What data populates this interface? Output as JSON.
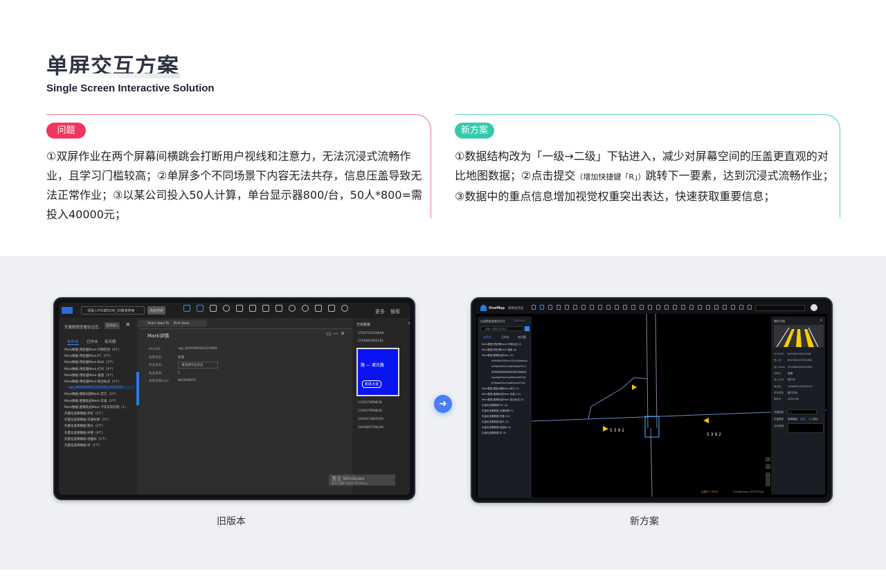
{
  "header": {
    "title": "单屏交互方案",
    "subtitle": "Single Screen Interactive Solution"
  },
  "problem": {
    "tag": "问题",
    "text": "①双屏作业在两个屏幕间横跳会打断用户视线和注意力，无法沉浸式流畅作业，且学习门槛较高；②单屏多个不同场景下内容无法共存，信息压盖导致无法正常作业；③以某公司投入50人计算，单台显示器800/台，50人*800=需投入40000元；",
    "color": "#f0365f"
  },
  "solution": {
    "tag": "新方案",
    "text_a": "①数据结构改为「一级→二级」下钻进入，减少对屏幕空间的压盖更直观的对比地图数据；②点击提交",
    "text_small": "（增加快捷键「R」）",
    "text_b": "跳转下一要素，达到沉浸式流畅作业；③数据中的重点信息增加视觉权重突出表达，快速获取重要信息；",
    "color": "#37c9ad"
  },
  "old_version": {
    "caption": "旧版本",
    "toolbar": {
      "search_placeholder": "请输入PID或ROW_ID精准搜索",
      "advanced_search": "高级搜索",
      "more": "更多",
      "search": "搜索"
    },
    "left_panel": {
      "title": "矢量数据查看验证任...",
      "button": "自动录入",
      "tabs": [
        "未作业",
        "已作业",
        "有问题"
      ],
      "items": [
        "Mark数据-预处理Mark-行政区划（2个）",
        "Mark数据-预处理Mark-FC（5个）",
        "Mark数据-预处理Mark-BUA（1个）",
        "Mark数据-预处理Mark-打点（3个）",
        "Mark数据-预处理Mark-垂面（3个）",
        "Mark数据-预处理Mark-拟合轨迹（1个）",
        "ugc_8420009352123009_2022122",
        "Mark数据-模板问题Mark-其它（1个）",
        "Mark数据-图像轨迹Mark-车道（2个）",
        "Mark数据-图像轨迹Mark-卡车实际识别（1...",
        "矢量化成果数据-护栏（1个）",
        "矢量化成果数据-交通标牌（1个）",
        "矢量化成果数据-箭头（2个）",
        "矢量化成果数据-杆牌（4个）",
        "矢量化成果数据-地面标（1个）",
        "矢量化成果数据-杆（1个）"
      ]
    },
    "date_bar": {
      "start": "Start date",
      "to": "To",
      "end": "End date"
    },
    "dialog": {
      "title": "Mark详情",
      "fields": [
        {
          "label": "MarkID：",
          "value": "ugc_8420009352123009"
        },
        {
          "label": "变更状态：",
          "value": "新增"
        },
        {
          "label": "作业状态：",
          "value": "请选择作业状态"
        },
        {
          "label": "轨迹来源：",
          "value": "1"
        },
        {
          "label": "关联母库links：",
          "value": "842009035"
        }
      ]
    },
    "right_panel": {
      "title": "方向看板",
      "values": [
        "1550745230848",
        "1506882682181",
        "1100178P8B3B",
        "1100178P8B3B",
        "1564673865595",
        "1005805798340"
      ],
      "sign_text": "路 — 诸光路",
      "sign_sub": "和泽大道"
    },
    "watermark": {
      "title": "激活 Windows",
      "sub": "转到\"设置\"以激活 Windows。"
    }
  },
  "new_version": {
    "caption": "新方案",
    "topbar": {
      "logo": "OneMap",
      "project": "初始化作业"
    },
    "left_panel": {
      "title": "矢量数据查看验证任",
      "count": "128/2020",
      "search_placeholder": "请输入要素名称或ID",
      "tabs": [
        "未作业",
        "已作业",
        "有问题"
      ],
      "items": [
        "Mark数据-预处理Mark-行政区划 (2)",
        "Mark数据-预处理Mark-垂面 (6)",
        "Mark数据-图像轨迹Mark (5)",
        "9f9b06b9306dc352b38a9a5a",
        "a0ff6ef8e5204a8398ab3913",
        "b39b2a8fa2f03ec4519adec0",
        "2ab9b0f9a1bdaf9ba50f9262",
        "6f3ba60bfa1fba63ba03f192",
        "Mark数据-模板问题Mark-其它 (2)",
        "Mark数据-图像轨迹Mark-车道 (10)",
        "Mark数据-图像轨迹Mark-拟合轨迹 (3)",
        "矢量化成果数据-PIC (4)",
        "矢量化成果数据-交通标牌 (7)",
        "矢量化成果数据-杆牌 (10)",
        "矢量化成果数据-箭头 (2)",
        "矢量化成果数据-地面标 (5)",
        "矢量化成果数据-杆 (5)"
      ]
    },
    "map": {
      "road_number": "5 3 9 2",
      "status": "比例尺 1:2000",
      "coords": "116.4621Lon, 39.9774Lat"
    },
    "right_panel": {
      "title": "属性详情",
      "fields": [
        {
          "label": "SIGNPID",
          "value": "842009435233258"
        },
        {
          "label": "进入线",
          "value": "8315902472912082"
        },
        {
          "label": "进入Node",
          "value": "5104084520402381"
        },
        {
          "label": "关联点",
          "value": "普通"
        },
        {
          "label": "进入方向",
          "value": "顺方向"
        },
        {
          "label": "退出线",
          "value": "1458405152209123"
        },
        {
          "label": "关系类型",
          "value": "路口关系"
        },
        {
          "label": "图标号",
          "value": "2050748"
        }
      ],
      "lane_count_label": "车道总数",
      "lane_count": "1",
      "lane_type_label": "车道类型",
      "lane_options": [
        "普通道路",
        "高速",
        "人工确认"
      ],
      "note_label": "文字说明"
    }
  }
}
